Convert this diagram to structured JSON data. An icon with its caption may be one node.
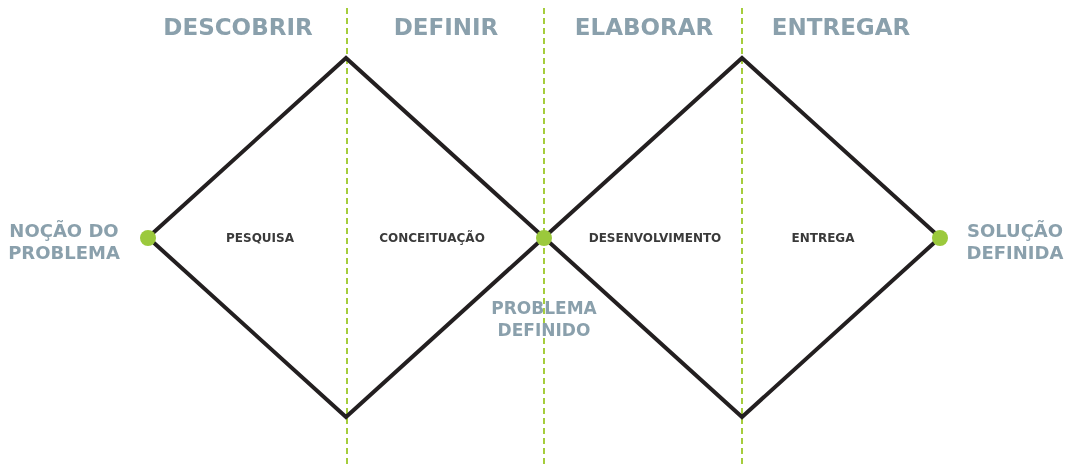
{
  "diagram": {
    "nodes": [
      {
        "text": [
          "PESQUISA",
          "CONCEITUAÇÃO"
        ]
      },
      {
        "text": [
          "DESENVOLVIMENTO",
          "ENTREGA"
        ]
      },
      {
        "text": [],
        "shape": "circle",
        "beside": [
          "NOÇÃO DO PROBLEMA"
        ]
      },
      {
        "text": [],
        "shape": "circle"
      },
      {
        "text": [],
        "shape": "circle",
        "beside": [
          "SOLUÇÃO DEFINIDA"
        ]
      }
    ],
    "edges": [],
    "labels": [
      "DESCOBRIR",
      "DEFINIR",
      "ELABORAR",
      "ENTREGAR",
      "PROBLEMA DEFINIDO"
    ]
  }
}
